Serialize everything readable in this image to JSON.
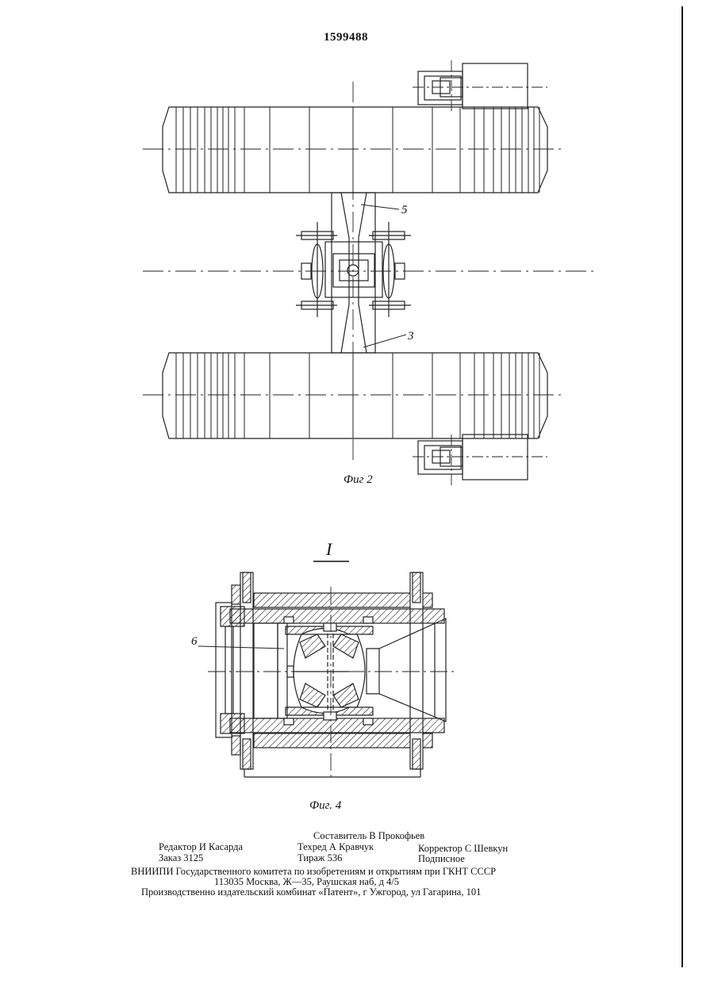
{
  "patent_number": "1599488",
  "figures": {
    "fig2": {
      "caption": "Фиг 2",
      "callouts": [
        "5",
        "3"
      ]
    },
    "fig4": {
      "view_label": "I",
      "caption": "Фиг. 4",
      "callouts": [
        "6"
      ]
    }
  },
  "imprint": {
    "compiler": "Составитель В Прокофьев",
    "editor": "Редактор И Касарда",
    "techred": "Техред А Кравчук",
    "corrector": "Корректор С Шевкун",
    "order": "Заказ 3125",
    "circulation": "Тираж 536",
    "subscription": "Подписное",
    "institute": "ВНИИПИ Государственного комитета по изобретениям и открытиям при ГКНТ СССР",
    "address": "113035 Москва, Ж—35, Раушская наб, д 4/5",
    "publisher": "Производственно издательский комбинат «Патент», г Ужгород, ул Гагарина, 101"
  }
}
